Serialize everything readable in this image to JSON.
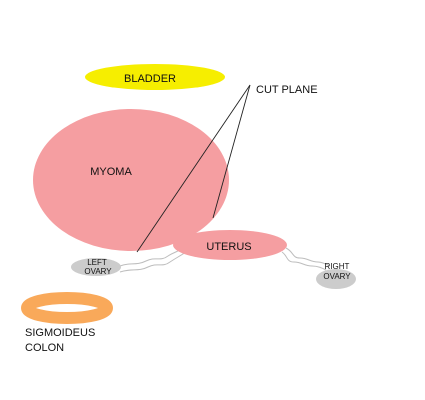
{
  "labels": {
    "bladder": "BLADDER",
    "cut_plane": "CUT PLANE",
    "myoma": "MYOMA",
    "uterus": "UTERUS",
    "left_ovary_line1": "LEFT",
    "left_ovary_line2": "OVARY",
    "right_ovary_line1": "RIGHT",
    "right_ovary_line2": "OVARY",
    "sigmoid_line1": "SIGMOIDEUS",
    "sigmoid_line2": "COLON"
  },
  "colors": {
    "bladder": "#f6ee00",
    "myoma": "#f59ea1",
    "uterus": "#f59ea1",
    "ovary": "#cccccc",
    "colon": "#f9a95a",
    "cut_line": "#222222",
    "tube": "#bdbdbd"
  }
}
